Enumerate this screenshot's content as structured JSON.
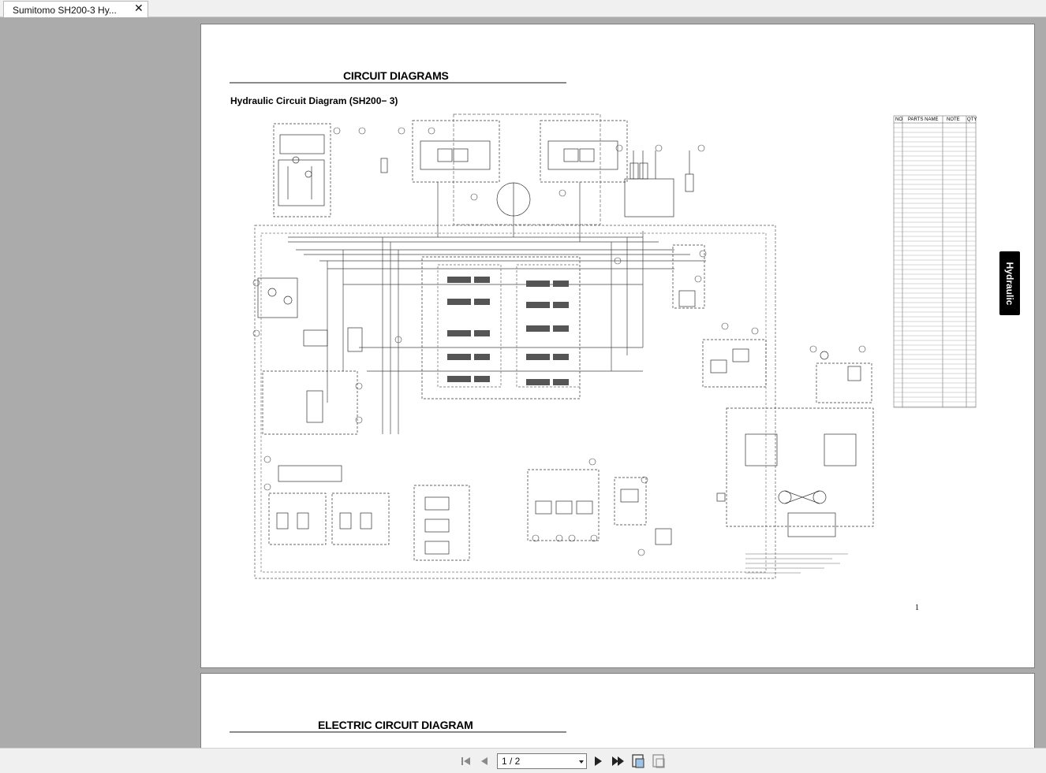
{
  "tab": {
    "title": "Sumitomo SH200-3 Hy...",
    "close": "✕"
  },
  "page1": {
    "heading": "CIRCUIT DIAGRAMS",
    "subtitle": "Hydraulic Circuit Diagram (SH200− 3)",
    "page_number": "1",
    "side_tab": "Hydraulic",
    "parts_table": {
      "headers": [
        "NO",
        "PARTS NAME",
        "NOTE",
        "QTY"
      ]
    }
  },
  "page2": {
    "heading": "ELECTRIC CIRCUIT DIAGRAM"
  },
  "toolbar": {
    "page_indicator": "1 / 2",
    "buttons": [
      "first-page",
      "previous-page",
      "next-page",
      "last-page",
      "fit-page",
      "single-page"
    ]
  }
}
